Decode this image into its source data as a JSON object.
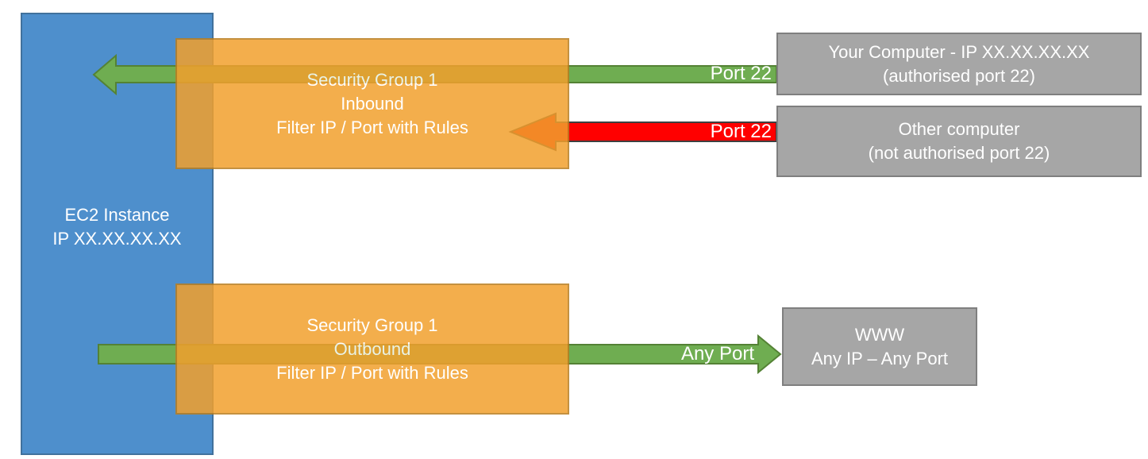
{
  "colors": {
    "blue": "#4E8FCC",
    "blue-border": "#41719C",
    "orange": "#F2A02D",
    "orange-border": "#BA7E1F",
    "green": "#6FAD51",
    "green-border": "#548235",
    "red": "#FF0000",
    "red-border": "#3F3F3F",
    "gray": "#A6A6A6",
    "gray-border": "#7F7F7F"
  },
  "nodes": {
    "ec2": {
      "lines": [
        "EC2 Instance",
        "IP XX.XX.XX.XX"
      ]
    },
    "sg_inbound": {
      "lines": [
        "Security Group 1",
        "Inbound",
        "Filter IP / Port with Rules"
      ]
    },
    "sg_outbound": {
      "lines": [
        "Security Group 1",
        "Outbound",
        "Filter IP / Port with Rules"
      ]
    },
    "your_computer": {
      "lines": [
        "Your Computer - IP XX.XX.XX.XX",
        "(authorised port 22)"
      ]
    },
    "other_computer": {
      "lines": [
        "Other computer",
        "(not authorised port 22)"
      ]
    },
    "www": {
      "lines": [
        "WWW",
        "Any IP – Any Port"
      ]
    }
  },
  "arrows": {
    "inbound_allowed_label": "Port 22",
    "inbound_blocked_label": "Port 22",
    "outbound_label": "Any Port"
  }
}
